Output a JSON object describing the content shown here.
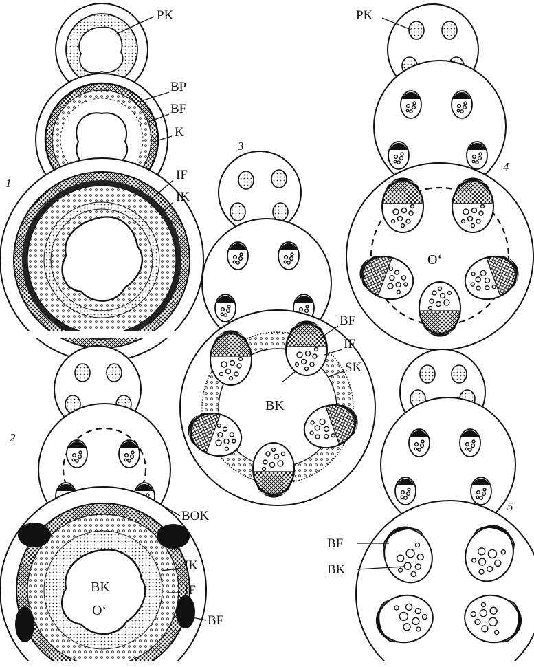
{
  "figure": {
    "panels": [
      {
        "id": "1",
        "number": "1"
      },
      {
        "id": "2",
        "number": "2"
      },
      {
        "id": "3",
        "number": "3"
      },
      {
        "id": "4",
        "number": "4"
      },
      {
        "id": "5",
        "number": "5"
      }
    ],
    "labels": {
      "p1_pk": "PK",
      "p1_bp": "BP",
      "p1_bf": "BF",
      "p1_k": "K",
      "p1_if": "IF",
      "p1_ik": "IK",
      "p2_bok": "BOK",
      "p2_ik": "IK",
      "p2_if": "IF",
      "p2_bf": "BF",
      "p2_bk": "BK",
      "p2_o": "O‘",
      "p3_bf": "BF",
      "p3_if": "IF",
      "p3_sk": "SK",
      "p3_bk": "BK",
      "p4_pk": "PK",
      "p4_o": "O‘",
      "p5_bf": "BF",
      "p5_bk": "BK"
    }
  }
}
